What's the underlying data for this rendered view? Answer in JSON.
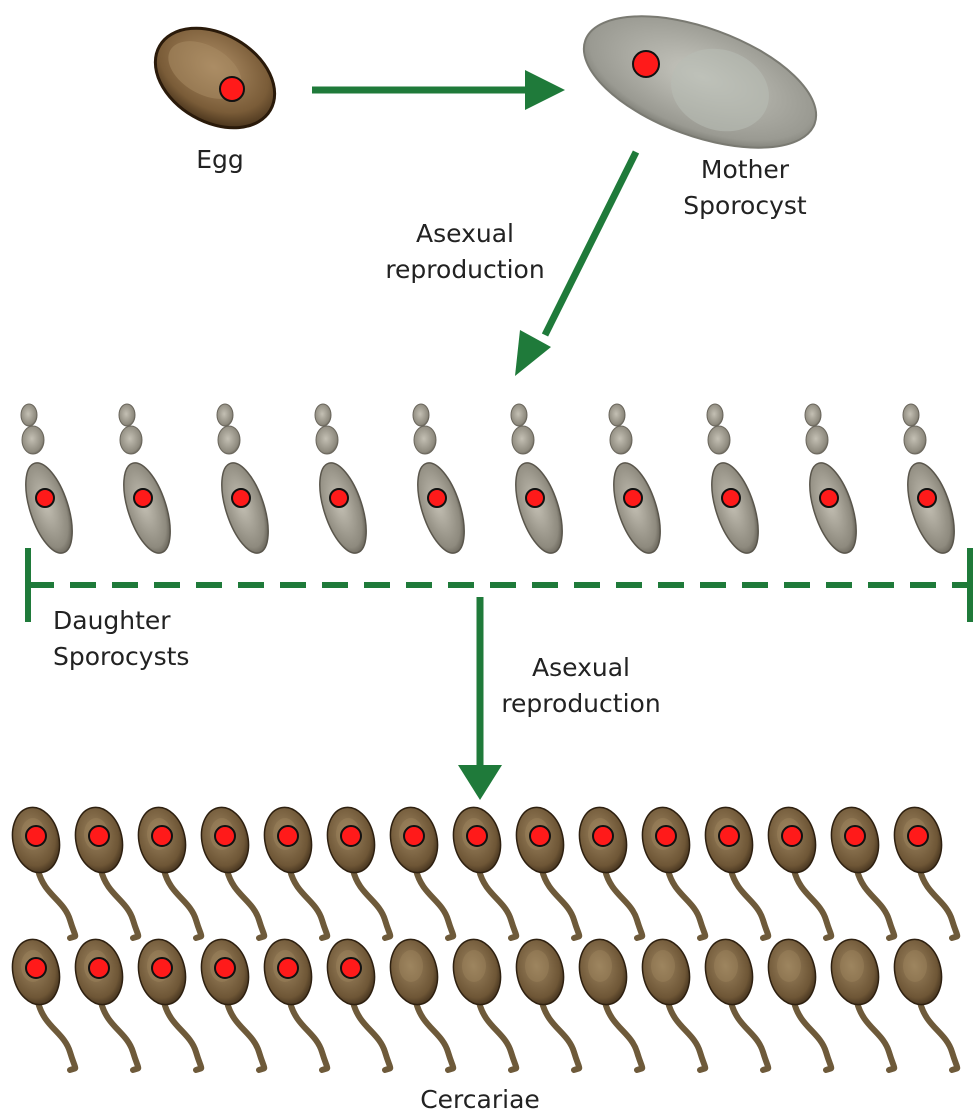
{
  "labels": {
    "egg": "Egg",
    "mother_line1": "Mother",
    "mother_line2": "Sporocyst",
    "asexual1_line1": "Asexual",
    "asexual1_line2": "reproduction",
    "daughter_line1": "Daughter",
    "daughter_line2": "Sporocysts",
    "asexual2_line1": "Asexual",
    "asexual2_line2": "reproduction",
    "cercariae": "Cercariae"
  },
  "counts": {
    "daughter_sporocysts": 10,
    "cercariae_per_row": 15,
    "cercariae_rows": 2,
    "cercariae_marked_row1": 15,
    "cercariae_marked_row2": 6
  },
  "colors": {
    "arrow": "#1f7a3a",
    "marker": "#ff1a1a",
    "marker_stroke": "#111111",
    "egg_body": "#8a6e48",
    "sporocyst_body": "#a8a8a0",
    "cercaria_body": "#7a6443"
  }
}
